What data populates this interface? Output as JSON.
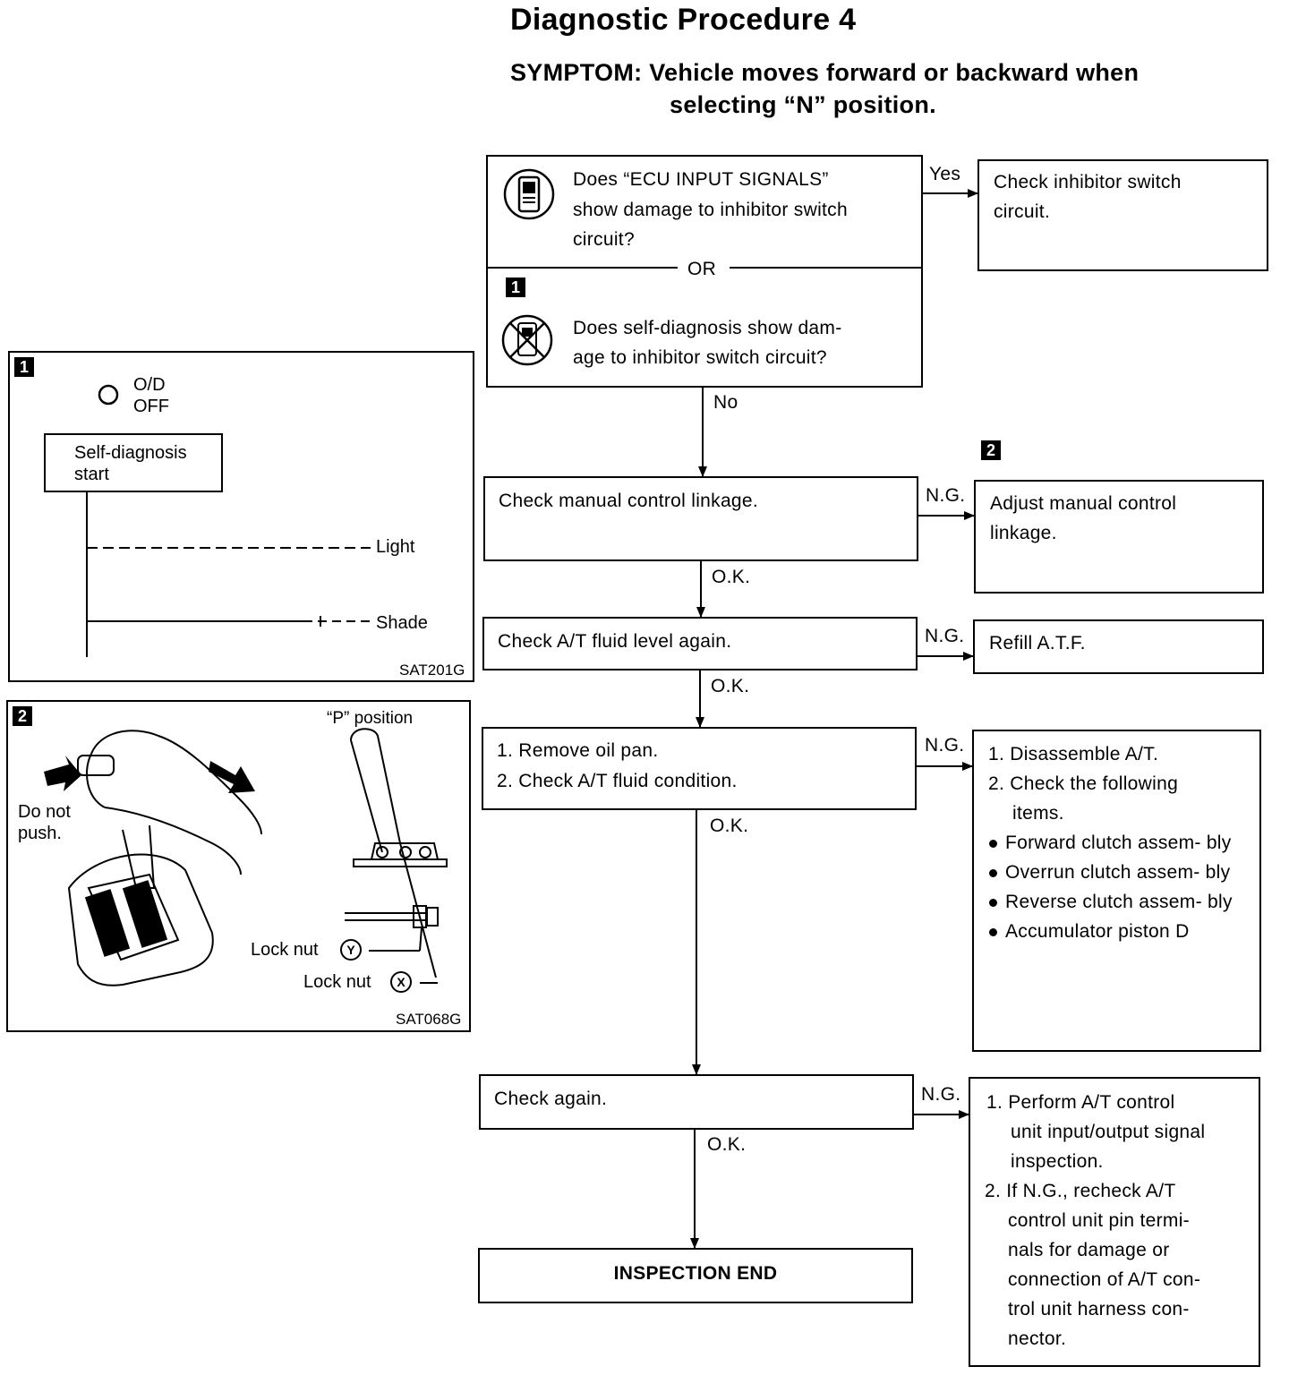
{
  "title": "Diagnostic Procedure 4",
  "symptom_line1": "SYMPTOM: Vehicle moves forward or backward when",
  "symptom_line2": "selecting “N” position.",
  "labels": {
    "yes": "Yes",
    "no": "No",
    "or": "OR",
    "ok": "O.K.",
    "ng": "N.G."
  },
  "badges": {
    "one": "1",
    "two": "2"
  },
  "q1": [
    "Does “ECU INPUT SIGNALS”",
    "show damage to inhibitor switch",
    "circuit?"
  ],
  "q2": [
    "Does self-diagnosis show dam-",
    "age to inhibitor switch circuit?"
  ],
  "check_inhibitor": [
    "Check inhibitor switch",
    "circuit."
  ],
  "step_linkage": "Check manual control linkage.",
  "adjust_linkage": [
    "Adjust manual control",
    "linkage."
  ],
  "step_fluid": "Check A/T fluid level again.",
  "refill": "Refill A.T.F.",
  "step_oilpan": [
    "1.  Remove oil pan.",
    "2.  Check A/T fluid condition."
  ],
  "disassemble": {
    "lines": [
      "1.  Disassemble A/T.",
      "2.  Check the following",
      "items."
    ],
    "items": [
      "Forward clutch assem- bly",
      "Overrun clutch assem- bly",
      "Reverse clutch assem- bly",
      "Accumulator piston D"
    ]
  },
  "step_again": "Check again.",
  "perform": [
    "1.  Perform A/T control",
    "unit input/output signal",
    "inspection.",
    "2.  If N.G., recheck A/T",
    "control unit pin termi-",
    "nals for damage or",
    "connection of A/T con-",
    "trol unit harness con-",
    "nector."
  ],
  "end": "INSPECTION END",
  "fig1": {
    "od_line1": "O/D",
    "od_line2": "OFF",
    "start_line1": "Self-diagnosis",
    "start_line2": "start",
    "light": "Light",
    "shade": "Shade",
    "code": "SAT201G"
  },
  "fig2": {
    "p_position": "“P” position",
    "do_not": "Do not",
    "push": "push.",
    "lock_nut_y": "Lock nut",
    "lock_nut_x": "Lock nut",
    "y_mark": "Y",
    "x_mark": "X",
    "code": "SAT068G"
  }
}
